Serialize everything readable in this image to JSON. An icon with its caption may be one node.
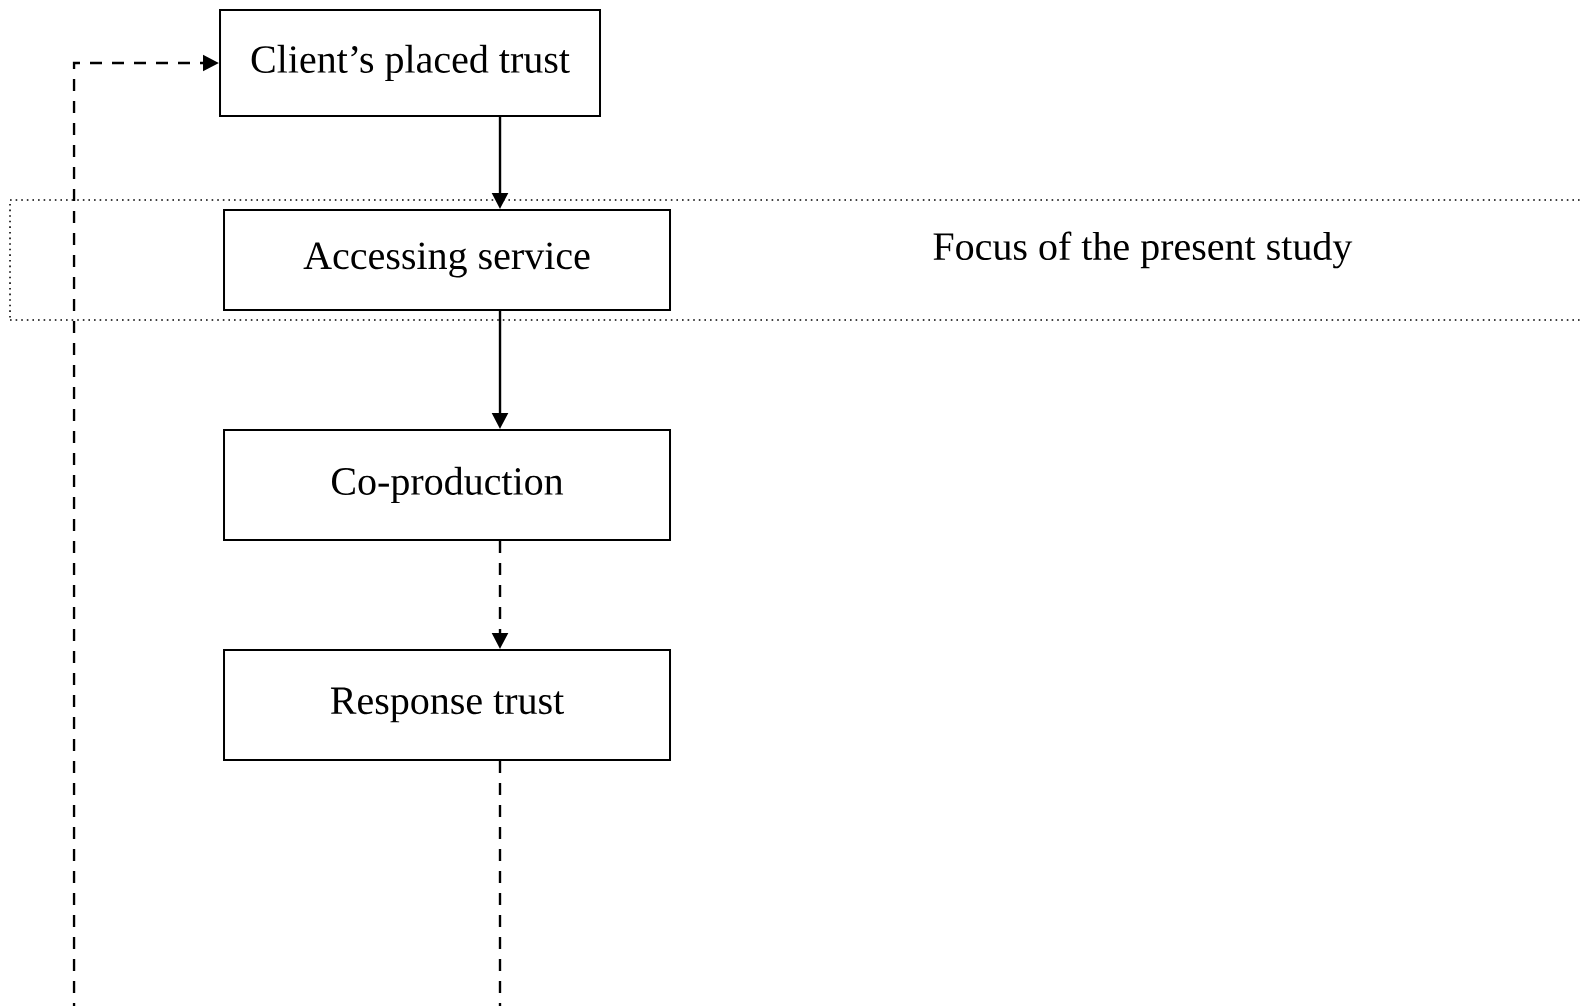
{
  "diagram": {
    "nodes": [
      {
        "text": [
          "Client’s placed trust"
        ]
      },
      {
        "text": [
          "Focus of the present study"
        ]
      },
      {
        "text": [
          "Accessing service"
        ],
        "in": 1
      },
      {
        "text": [
          "Co-production"
        ]
      },
      {
        "text": [
          "Response trust"
        ]
      }
    ],
    "edges": [
      {
        "from": 0,
        "to": 2,
        "arrow": "to"
      },
      {
        "from": 2,
        "to": 3,
        "arrow": "to"
      },
      {
        "from": 3,
        "to": 4,
        "arrow": "to",
        "style": "dashed"
      },
      {
        "from": 4,
        "to": 0,
        "arrow": "to",
        "style": "dashed"
      }
    ]
  }
}
